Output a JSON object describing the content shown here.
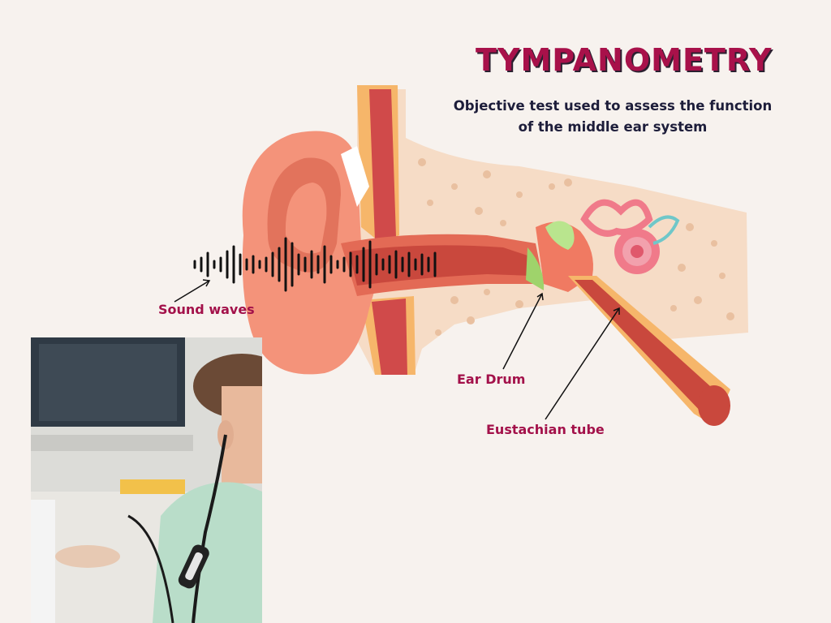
{
  "title": "TYMPANOMETRY",
  "subtitle_line1": "Objective test used to assess the function",
  "subtitle_line2": "of the middle ear system",
  "labels": {
    "sound_waves": "Sound waves",
    "ear_drum": "Ear Drum",
    "eustachian_tube": "Eustachian tube"
  },
  "colors": {
    "background": "#f7f2ee",
    "accent": "#a8114a",
    "text_dark": "#1d1d3a",
    "skin": "#f4937a",
    "canal": "#d45a4a",
    "bone": "#f5ddc8",
    "eardrum": "#9fd36b"
  }
}
